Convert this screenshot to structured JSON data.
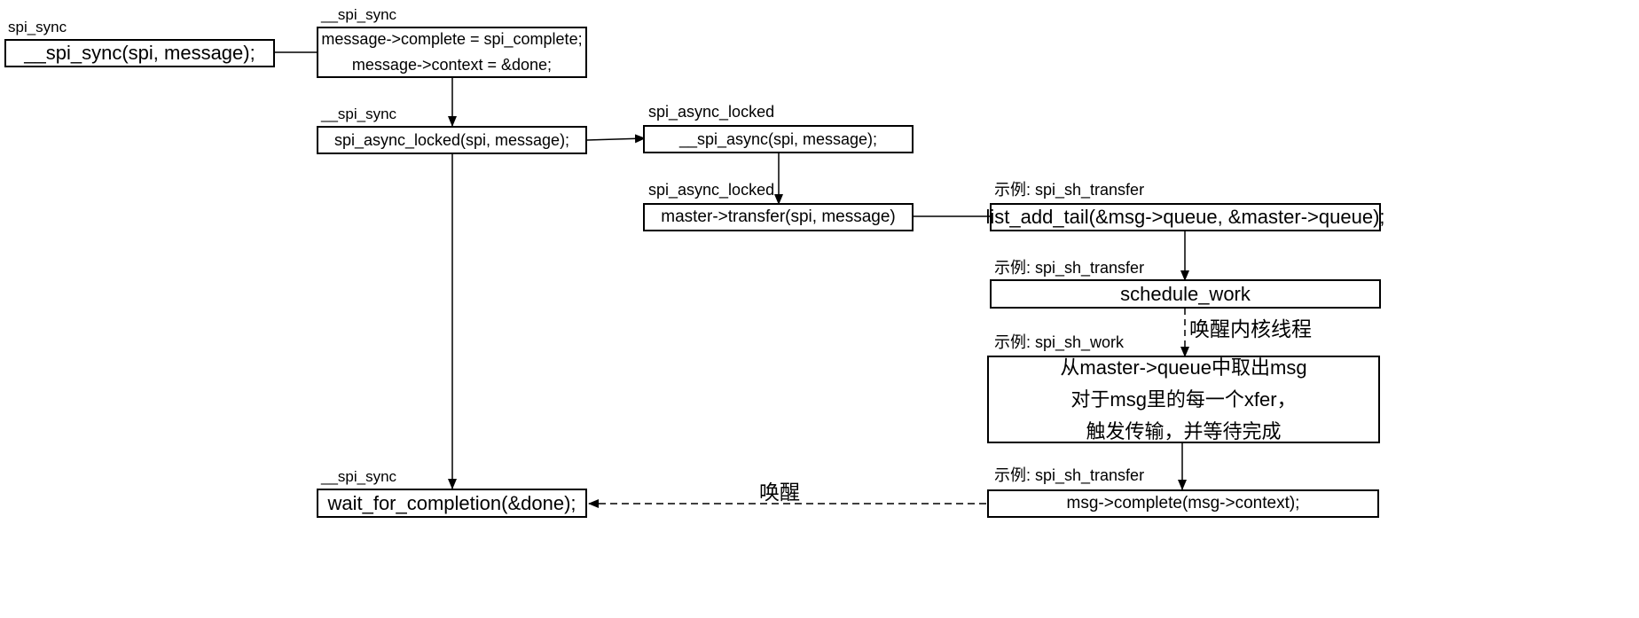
{
  "diagram": {
    "n1": {
      "context": "spi_sync",
      "code": "__spi_sync(spi, message);"
    },
    "n2": {
      "context": "__spi_sync",
      "lines": [
        "message->complete = spi_complete;",
        "message->context = &done;"
      ]
    },
    "n3": {
      "context": "__spi_sync",
      "code": "spi_async_locked(spi, message);"
    },
    "n4": {
      "context": "spi_async_locked",
      "code": "__spi_async(spi, message);"
    },
    "n5": {
      "context": "spi_async_locked",
      "code": "master->transfer(spi, message)"
    },
    "n6": {
      "context": "示例: spi_sh_transfer",
      "code": "list_add_tail(&msg->queue, &master->queue);"
    },
    "n7": {
      "context": "示例: spi_sh_transfer",
      "code": "schedule_work"
    },
    "n8": {
      "context": "示例: spi_sh_work",
      "lines": [
        "从master->queue中取出msg",
        "对于msg里的每一个xfer，",
        "触发传输，并等待完成"
      ]
    },
    "n9": {
      "context": "示例: spi_sh_transfer",
      "code": "msg->complete(msg->context);"
    },
    "n10": {
      "context": "__spi_sync",
      "code": "wait_for_completion(&done);"
    },
    "wake_kernel_thread_label": "唤醒内核线程",
    "wake_label": "唤醒"
  },
  "colors": {
    "stroke": "#000000",
    "background": "#ffffff"
  }
}
